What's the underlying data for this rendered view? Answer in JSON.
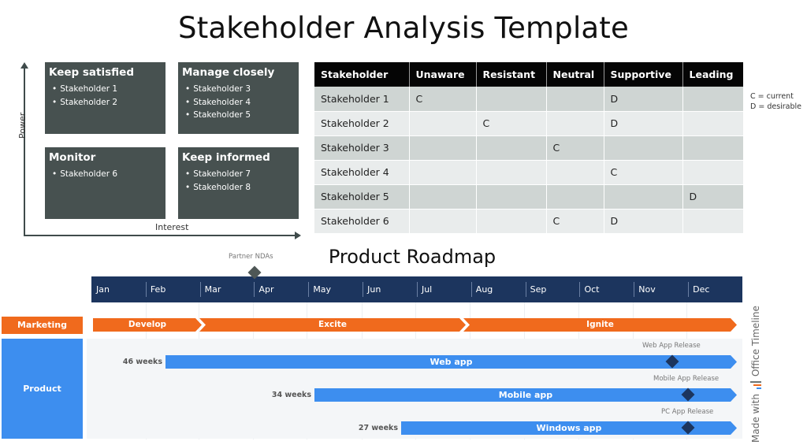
{
  "title": "Stakeholder Analysis Template",
  "matrix": {
    "y_axis_label": "Power",
    "x_axis_label": "Interest",
    "quadrants": [
      {
        "title": "Keep satisfied",
        "items": [
          "Stakeholder 1",
          "Stakeholder 2"
        ]
      },
      {
        "title": "Manage closely",
        "items": [
          "Stakeholder 3",
          "Stakeholder 4",
          "Stakeholder 5"
        ]
      },
      {
        "title": "Monitor",
        "items": [
          "Stakeholder 6"
        ]
      },
      {
        "title": "Keep informed",
        "items": [
          "Stakeholder 7",
          "Stakeholder 8"
        ]
      }
    ]
  },
  "engagement_table": {
    "headers": [
      "Stakeholder",
      "Unaware",
      "Resistant",
      "Neutral",
      "Supportive",
      "Leading"
    ],
    "rows": [
      [
        "Stakeholder 1",
        "C",
        "",
        "",
        "D",
        ""
      ],
      [
        "Stakeholder 2",
        "",
        "C",
        "",
        "D",
        ""
      ],
      [
        "Stakeholder 3",
        "",
        "",
        "C",
        "",
        ""
      ],
      [
        "Stakeholder 4",
        "",
        "",
        "",
        "C",
        ""
      ],
      [
        "Stakeholder 5",
        "",
        "",
        "",
        "",
        "D"
      ],
      [
        "Stakeholder 6",
        "",
        "",
        "C",
        "D",
        ""
      ]
    ],
    "legend": [
      "C = current",
      "D = desirable"
    ]
  },
  "roadmap": {
    "title": "Product Roadmap",
    "months": [
      "Jan",
      "Feb",
      "Mar",
      "Apr",
      "May",
      "Jun",
      "Jul",
      "Aug",
      "Sep",
      "Oct",
      "Nov",
      "Dec"
    ],
    "top_milestone": {
      "label": "Partner NDAs"
    },
    "swimlanes": {
      "marketing": {
        "label": "Marketing",
        "phases": [
          "Develop",
          "Excite",
          "Ignite"
        ]
      },
      "product": {
        "label": "Product",
        "tasks": [
          {
            "label": "Web app",
            "duration": "46 weeks",
            "milestone": "Web App Release"
          },
          {
            "label": "Mobile app",
            "duration": "34 weeks",
            "milestone": "Mobile App Release"
          },
          {
            "label": "Windows app",
            "duration": "27 weeks",
            "milestone": "PC App Release"
          }
        ]
      }
    },
    "colors": {
      "header": "#1c355e",
      "marketing": "#f06a1d",
      "product": "#3d8eef",
      "milestone": "#1c355e"
    }
  },
  "credit": {
    "prefix": "Made with",
    "brand": "Office Timeline"
  }
}
